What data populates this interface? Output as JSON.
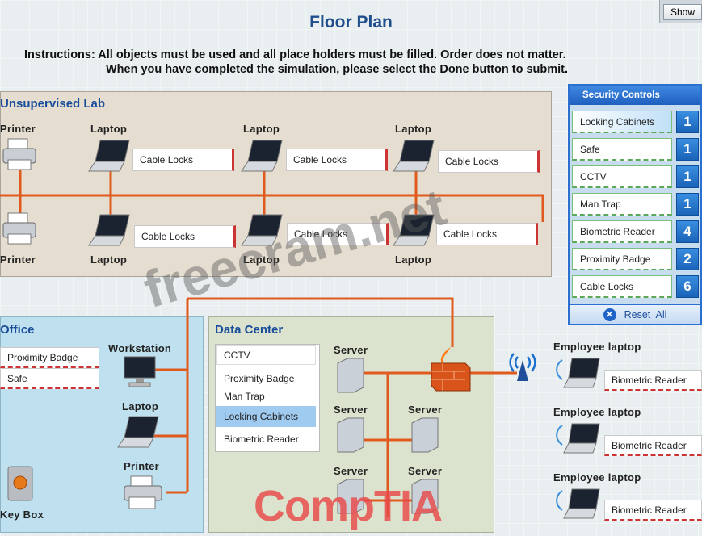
{
  "title": "Floor Plan",
  "instructions": {
    "line1": "Instructions: All objects must be used and all place holders must be filled. Order does not matter.",
    "line2": "When you have completed the simulation, please select the Done button to submit."
  },
  "show_button": "Show",
  "unsupervised_lab": {
    "title": "Unsupervised Lab",
    "printer_top": "Printer",
    "printer_bottom": "Printer",
    "laptops_top": [
      {
        "label": "Laptop",
        "slot": "Cable Locks"
      },
      {
        "label": "Laptop",
        "slot": "Cable Locks"
      },
      {
        "label": "Laptop",
        "slot": "Cable Locks"
      }
    ],
    "laptops_bottom": [
      {
        "label": "Laptop",
        "slot": "Cable Locks"
      },
      {
        "label": "Laptop",
        "slot": "Cable Locks"
      },
      {
        "label": "Laptop",
        "slot": "Cable Locks"
      }
    ]
  },
  "office": {
    "title": "Office",
    "slots": [
      "Proximity Badge",
      "Safe"
    ],
    "workstation": "Workstation",
    "laptop": "Laptop",
    "printer": "Printer",
    "key_box": "Key Box"
  },
  "data_center": {
    "title": "Data Center",
    "slots": [
      "CCTV",
      "Proximity Badge",
      "Man Trap",
      "Locking Cabinets",
      "Biometric Reader"
    ],
    "servers": [
      "Server",
      "Server",
      "Server",
      "Server",
      "Server"
    ]
  },
  "employee_laptops": [
    {
      "label": "Employee laptop",
      "slot": "Biometric Reader"
    },
    {
      "label": "Employee laptop",
      "slot": "Biometric Reader"
    },
    {
      "label": "Employee laptop",
      "slot": "Biometric Reader"
    }
  ],
  "security_controls": {
    "title": "Security Controls",
    "items": [
      {
        "label": "Locking Cabinets",
        "count": "1"
      },
      {
        "label": "Safe",
        "count": "1"
      },
      {
        "label": "CCTV",
        "count": "1"
      },
      {
        "label": "Man Trap",
        "count": "1"
      },
      {
        "label": "Biometric Reader",
        "count": "4"
      },
      {
        "label": "Proximity Badge",
        "count": "2"
      },
      {
        "label": "Cable Locks",
        "count": "6"
      }
    ],
    "reset": "Reset  All"
  },
  "watermark": "freecram.net",
  "brand": "CompTIA",
  "colors": {
    "cable": "#e05a1e",
    "accent": "#1f4e8c",
    "panel": "#2b6fd0"
  }
}
